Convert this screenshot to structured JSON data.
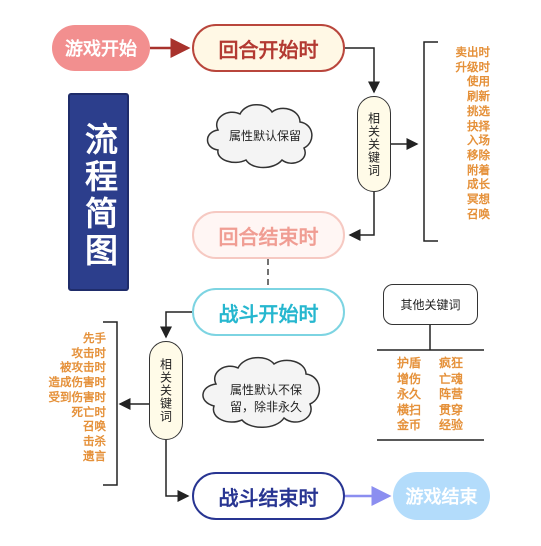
{
  "nodes": {
    "game_start": "游戏开始",
    "round_start": "回合开始时",
    "round_end": "回合结束时",
    "battle_start": "战斗开始时",
    "battle_end": "战斗结束时",
    "game_end": "游戏结束"
  },
  "title": "流程简图",
  "keyword_label_1": "相关关键词",
  "keyword_label_2": "相关关键词",
  "cloud_1": "属性默认保留",
  "cloud_2_line1": "属性默认不保",
  "cloud_2_line2": "留，除非永久",
  "round_keywords": [
    "卖出时",
    "升级时",
    "使用",
    "刷新",
    "挑选",
    "抉择",
    "入场",
    "移除",
    "附着",
    "成长",
    "冥想",
    "召唤"
  ],
  "battle_keywords": [
    "先手",
    "攻击时",
    "被攻击时",
    "造成伤害时",
    "受到伤害时",
    "死亡时",
    "召唤",
    "击杀",
    "遗言"
  ],
  "other_keywords_title": "其他关键词",
  "other_keywords_col1": [
    "护盾",
    "增伤",
    "永久",
    "横扫",
    "金币"
  ],
  "other_keywords_col2": [
    "疯狂",
    "亡魂",
    "阵营",
    "贯穿",
    "经验"
  ],
  "colors": {
    "title_bg": "#2c3e8c",
    "keyword_text": "#e5913a",
    "round_start_border": "#b9463c",
    "battle_start_border": "#7dd4e2",
    "battle_end_border": "#283592",
    "game_end_fill": "#b3dcfb"
  }
}
